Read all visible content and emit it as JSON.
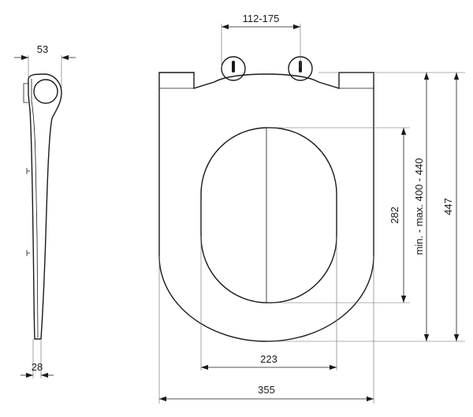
{
  "dimensions": {
    "side_top_width": "53",
    "side_bottom_width": "28",
    "hinge_spacing": "112-175",
    "inner_length": "282",
    "fit_range": "min. - max. 400 - 440",
    "total_length": "447",
    "inner_width": "223",
    "total_width": "355"
  },
  "colors": {
    "line": "#1a1a1a",
    "background": "#ffffff"
  }
}
